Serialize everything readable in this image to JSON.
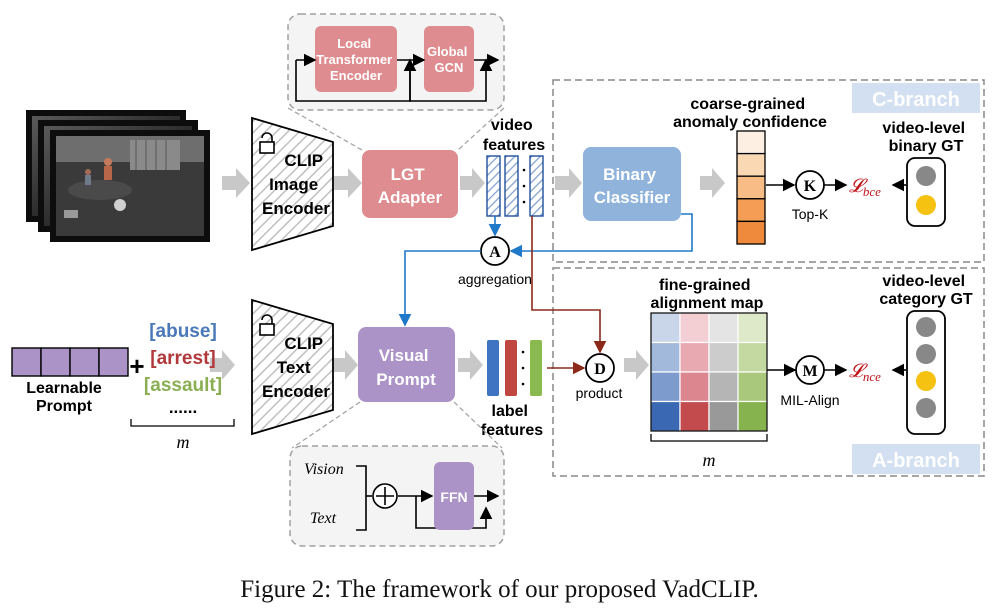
{
  "inputs": {
    "learnable_prompt": "Learnable Prompt",
    "categories": [
      "[abuse]",
      "[arrest]",
      "[assault]"
    ],
    "ellipsis": "......",
    "m": "m",
    "plus": "+"
  },
  "modules": {
    "image_encoder": [
      "CLIP",
      "Image",
      "Encoder"
    ],
    "text_encoder": [
      "CLIP",
      "Text",
      "Encoder"
    ],
    "lgt_adapter": [
      "LGT",
      "Adapter"
    ],
    "local_transformer": [
      "Local",
      "Transformer",
      "Encoder"
    ],
    "global_gcn": [
      "Global",
      "GCN"
    ],
    "visual_prompt": [
      "Visual",
      "Prompt"
    ],
    "ffn": "FFN",
    "binary_classifier": [
      "Binary",
      "Classifier"
    ],
    "vision_label": "Vision",
    "text_label": "Text"
  },
  "features": {
    "video": [
      "video",
      "features"
    ],
    "label": [
      "label",
      "features"
    ]
  },
  "ops": {
    "aggregation": {
      "symbol": "A",
      "label": "aggregation"
    },
    "product": {
      "symbol": "D",
      "label": "product"
    },
    "topk": {
      "symbol": "K",
      "label": "Top-K"
    },
    "mil": {
      "symbol": "M",
      "label": "MIL-Align"
    }
  },
  "branches": {
    "c": {
      "title": "C-branch",
      "map_title": [
        "coarse-grained",
        "anomaly confidence"
      ],
      "gt_label": [
        "video-level",
        "binary GT"
      ],
      "loss_sub": "bce",
      "confidence_colors": [
        "#fdf0e3",
        "#fbd8b4",
        "#f8bd86",
        "#f59d55",
        "#ef8a3c"
      ]
    },
    "a": {
      "title": "A-branch",
      "map_title": [
        "fine-grained",
        "alignment map"
      ],
      "gt_label": [
        "video-level",
        "category GT"
      ],
      "loss_sub": "nce",
      "m": "m",
      "grid_colors": [
        [
          "#c9d5e8",
          "#f3cfd3",
          "#e4e4e4",
          "#dde9c9"
        ],
        [
          "#a3b9db",
          "#e8aab0",
          "#cccccc",
          "#c3d9a1"
        ],
        [
          "#7d9ccd",
          "#dc878f",
          "#b5b5b5",
          "#a9c87c"
        ],
        [
          "#3b68b3",
          "#c34a4d",
          "#999999",
          "#86b34d"
        ]
      ]
    }
  },
  "colors": {
    "pink": "#de8c8f",
    "blue": "#8fb3db",
    "purple": "#ab93c8",
    "blue_arrow": "#1f78c8",
    "red_arrow": "#8b2a1a",
    "gt_off": "#888888",
    "gt_on": "#f5c211"
  },
  "caption": "Figure 2: The framework of our proposed VadCLIP."
}
